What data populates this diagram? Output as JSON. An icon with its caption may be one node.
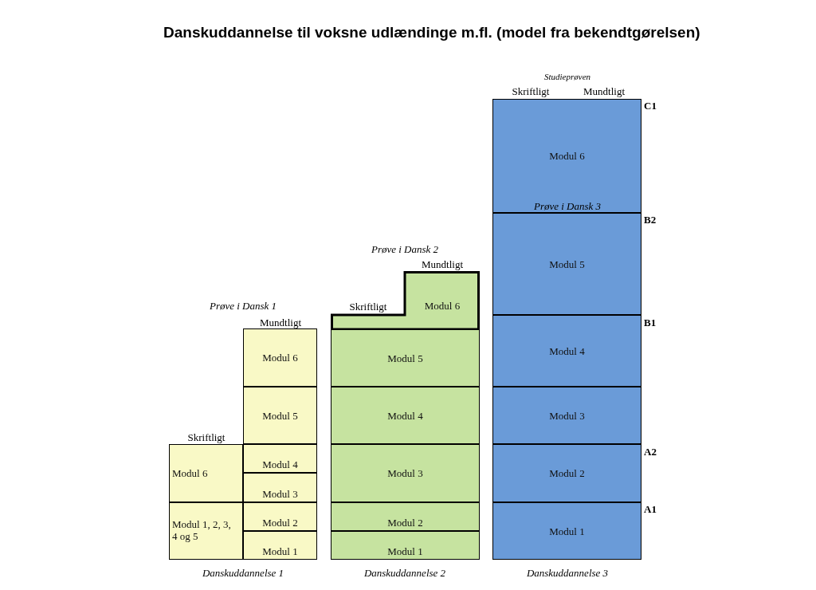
{
  "diagram": {
    "title": "Danskuddannelse til voksne udlændinge m.fl. (model fra bekendtgørelsen)",
    "nodes": [
      {
        "text": [
          "Modul 6"
        ]
      },
      {
        "text": [
          "Modul 1, 2, 3, 4 og 5"
        ]
      },
      {
        "text": [
          "Modul 6"
        ]
      },
      {
        "text": [
          "Modul 5"
        ]
      },
      {
        "text": [
          "Modul 4"
        ]
      },
      {
        "text": [
          "Modul 3"
        ]
      },
      {
        "text": [
          "Modul 2"
        ]
      },
      {
        "text": [
          "Modul 1"
        ]
      },
      {
        "text": [
          "Modul 6"
        ]
      },
      {
        "text": [
          "Modul 5"
        ]
      },
      {
        "text": [
          "Modul 4"
        ]
      },
      {
        "text": [
          "Modul 3"
        ]
      },
      {
        "text": [
          "Modul 2"
        ]
      },
      {
        "text": [
          "Modul 1"
        ]
      },
      {
        "text": [
          "Modul 6"
        ]
      },
      {
        "text": [
          "Modul 5"
        ]
      },
      {
        "text": [
          "Modul 4"
        ]
      },
      {
        "text": [
          "Modul 3"
        ]
      },
      {
        "text": [
          "Modul 2"
        ]
      },
      {
        "text": [
          "Modul 1"
        ]
      }
    ],
    "labels": [
      "Prøve i Dansk 1",
      "Mundtligt",
      "Skriftligt",
      "Prøve i Dansk 2",
      "Mundtligt",
      "Skriftligt",
      "Studieprøven",
      "Skriftligt",
      "Mundtligt",
      "Prøve i Dansk 3",
      "C1",
      "B2",
      "B1",
      "A2",
      "A1",
      "Danskuddannelse 1",
      "Danskuddannelse 2",
      "Danskuddannelse 3"
    ]
  }
}
